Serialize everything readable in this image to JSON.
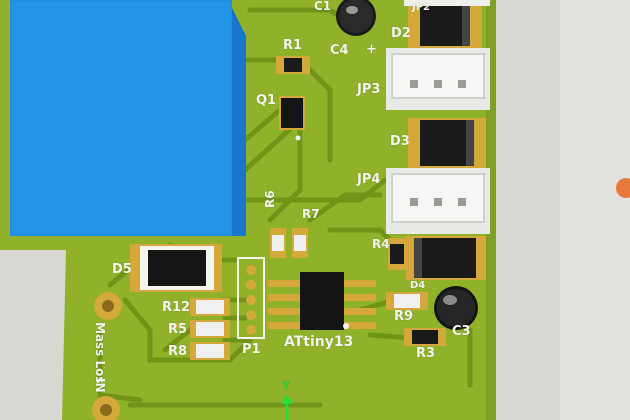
{
  "board": {
    "colors": {
      "pcb": "#8fb22a",
      "trace": "#6f9418",
      "pad": "#d4a83a",
      "silkscreen": "#f4f6ee",
      "relay_body": "#1e8fe0",
      "connector": "#eef0ec",
      "ic": "#151515",
      "background": "#d8d6d0"
    },
    "labels": {
      "c1": "C1",
      "jp2": "JP2",
      "d2": "D2",
      "r1": "R1",
      "c4": "C4",
      "plus": "+",
      "jp3": "JP3",
      "q1": "Q1",
      "d3": "D3",
      "jp4": "JP4",
      "r6": "R6",
      "r7": "R7",
      "r4": "R4",
      "d5": "D5",
      "d4": "D4",
      "r12": "R12",
      "r5": "R5",
      "r8": "R8",
      "r9": "R9",
      "c3": "C3",
      "r3": "R3",
      "p1": "P1",
      "mcu": "ATtiny13",
      "mass_line1": "Mass",
      "mass_line2": "Los",
      "in": "IN",
      "axis_y": "Y"
    }
  }
}
